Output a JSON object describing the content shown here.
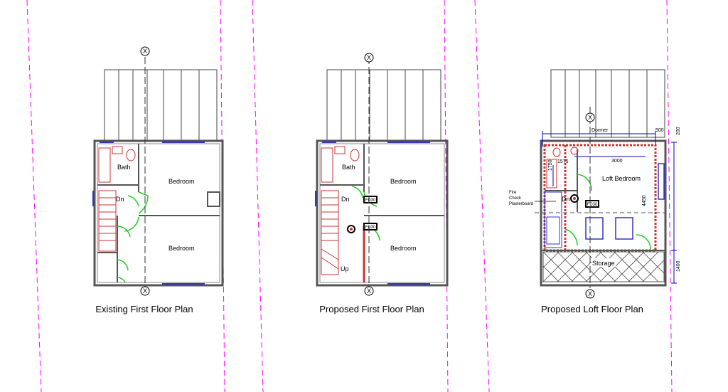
{
  "colors": {
    "gridline": "#ff00ff",
    "window": "#3333cc",
    "door": "#22cc22",
    "stair": "#cc3333",
    "wall": "#555555",
    "dimension": "#0000cc"
  },
  "plans": [
    {
      "title": "Existing First Floor Plan",
      "rooms": {
        "bath": "Bath",
        "dn": "Dn",
        "bedroom_top": "Bedroom",
        "bedroom_bottom": "Bedroom"
      }
    },
    {
      "title": "Proposed First Floor Plan",
      "rooms": {
        "bath": "Bath",
        "dn": "Dn",
        "up": "Up",
        "bedroom_top": "Bedroom",
        "bedroom_bottom": "Bedroom"
      },
      "tags": [
        "FD30",
        "FD30"
      ]
    },
    {
      "title": "Proposed Loft Floor Plan",
      "rooms": {
        "dormer": "Dormer",
        "loft_bedroom": "Loft Bedroom",
        "dn": "Dn",
        "storage": "Storage"
      },
      "tags": [
        "FD30"
      ],
      "note_lines": [
        "Fire",
        "Check",
        "Plasterboard"
      ],
      "dimensions": [
        "500",
        "200",
        "3000",
        "1575",
        "1750",
        "4450",
        "1400"
      ]
    }
  ],
  "markers": [
    "X",
    "X",
    "X",
    "X",
    "X",
    "X"
  ]
}
